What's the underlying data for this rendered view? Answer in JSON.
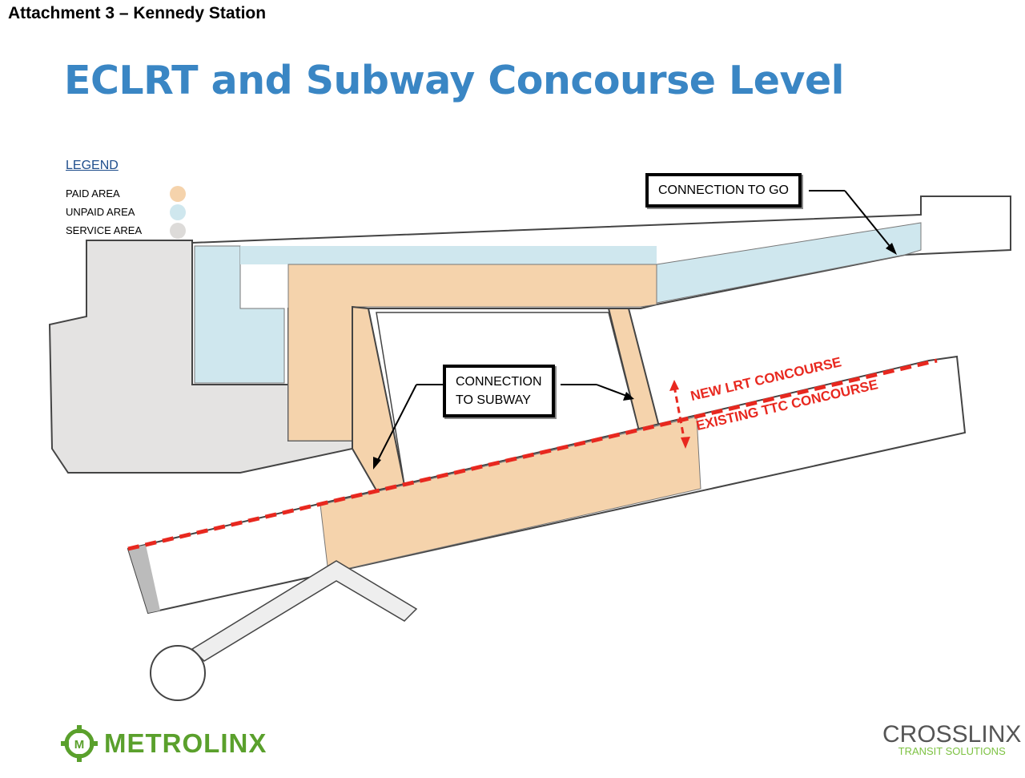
{
  "header": {
    "attachment": "Attachment 3 – Kennedy Station",
    "title": "ECLRT and Subway Concourse Level"
  },
  "legend": {
    "title": "LEGEND",
    "items": [
      {
        "label": "PAID AREA",
        "color": "#f5d3ac"
      },
      {
        "label": "UNPAID AREA",
        "color": "#cfe7ee"
      },
      {
        "label": "SERVICE AREA",
        "color": "#dddbd9"
      }
    ]
  },
  "callouts": {
    "go": "CONNECTION TO GO",
    "subway_line1": "CONNECTION",
    "subway_line2": "TO SUBWAY"
  },
  "annotations": {
    "new_lrt": "NEW LRT CONCOURSE",
    "existing_ttc": "EXISTING TTC CONCOURSE",
    "accent": "#e8281f"
  },
  "logos": {
    "metrolinx": "METROLINX",
    "crosslinx_main": "CROSSLINX",
    "crosslinx_sub": "TRANSIT SOLUTIONS"
  }
}
